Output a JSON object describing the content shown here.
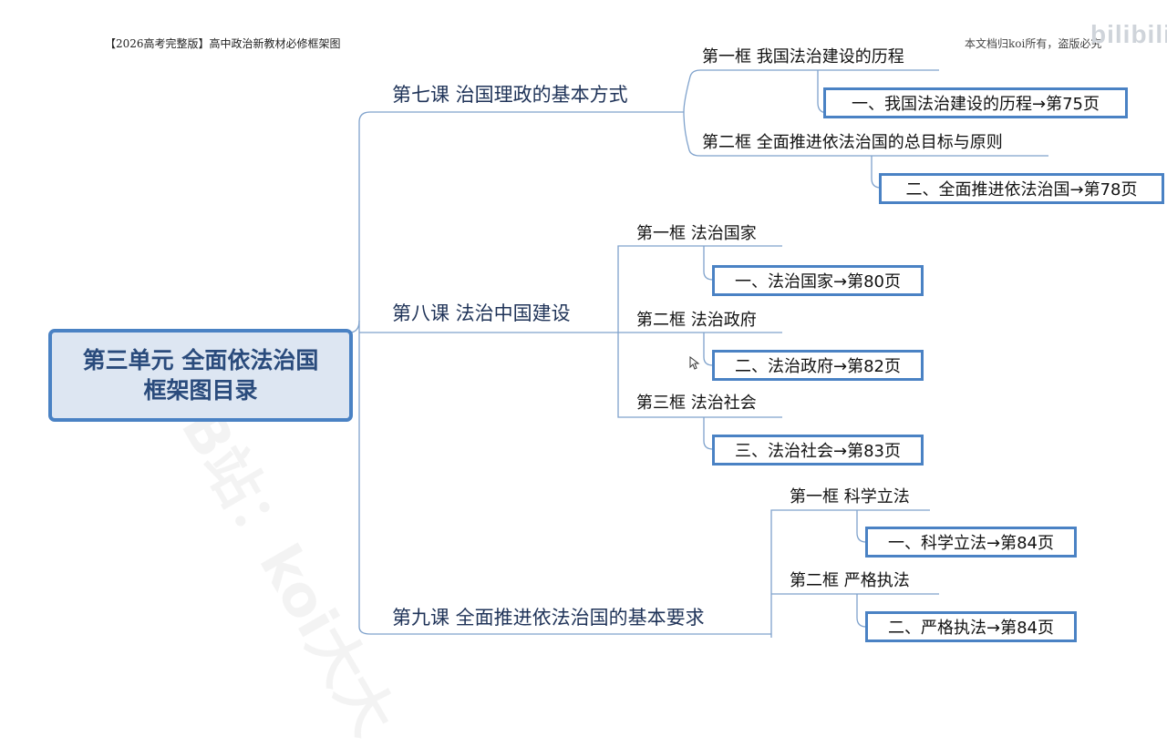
{
  "header": {
    "title": "【2026高考完整版】高中政治新教材必修框架图",
    "copyright": "本文档归koi所有，盗版必究"
  },
  "logo": {
    "text": "bilibili"
  },
  "watermark": {
    "text": "B站：koi大大"
  },
  "root": {
    "line1": "第三单元 全面依法治国",
    "line2": "框架图目录"
  },
  "lessons": [
    {
      "title": "第七课 治国理政的基本方式",
      "frames": [
        {
          "title": "第一框 我国法治建设的历程",
          "page": "一、我国法治建设的历程→第75页"
        },
        {
          "title": "第二框 全面推进依法治国的总目标与原则",
          "page": "二、全面推进依法治国→第78页"
        }
      ]
    },
    {
      "title": "第八课 法治中国建设",
      "frames": [
        {
          "title": "第一框 法治国家",
          "page": "一、法治国家→第80页"
        },
        {
          "title": "第二框 法治政府",
          "page": "二、法治政府→第82页"
        },
        {
          "title": "第三框 法治社会",
          "page": "三、法治社会→第83页"
        }
      ]
    },
    {
      "title": "第九课 全面推进依法治国的基本要求",
      "frames": [
        {
          "title": "第一框 科学立法",
          "page": "一、科学立法→第84页"
        },
        {
          "title": "第二框 严格执法",
          "page": "二、严格执法→第84页"
        }
      ]
    }
  ],
  "colors": {
    "accent": "#4a82c4",
    "root_fill": "#dde6f2",
    "line": "#7fa2cc"
  }
}
